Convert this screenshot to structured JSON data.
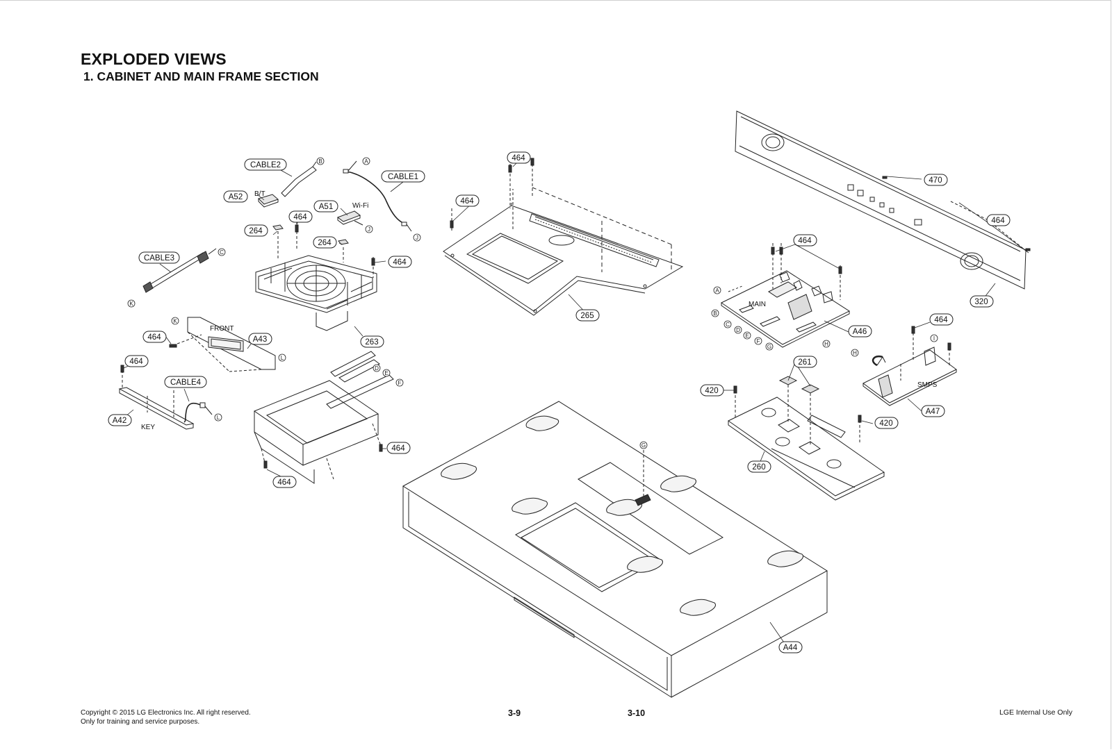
{
  "header": {
    "title": "EXPLODED VIEWS",
    "subtitle": "1. CABINET AND MAIN FRAME SECTION"
  },
  "footer": {
    "copyright": "Copyright © 2015 LG Electronics Inc. All right reserved.",
    "purpose": "Only for training and service purposes.",
    "page_left": "3-9",
    "page_right": "3-10",
    "notice": "LGE Internal Use Only"
  },
  "callouts": {
    "cable2": "CABLE2",
    "cable1": "CABLE1",
    "a52": "A52",
    "a51": "A51",
    "cable3": "CABLE3",
    "s264a": "264",
    "s264b": "264",
    "s464_drive_top": "464",
    "s464_drive_right": "464",
    "s263": "263",
    "s464_front": "464",
    "a43": "A43",
    "s464_key": "464",
    "cable4": "CABLE4",
    "a42": "A42",
    "s464_loader_right": "464",
    "s464_loader_bottom": "464",
    "s464_plate_top": "464",
    "s464_plate_left": "464",
    "s265": "265",
    "s470": "470",
    "s464_panel": "464",
    "s320": "320",
    "s464_main": "464",
    "a46": "A46",
    "s464_smps": "464",
    "a47": "A47",
    "s261": "261",
    "s420_left": "420",
    "s420_right": "420",
    "s260": "260",
    "a44": "A44"
  },
  "labels": {
    "bt": "B/T",
    "wifi": "Wi-Fi",
    "front": "FRONT",
    "key": "KEY",
    "main": "MAIN",
    "smps": "SMPS"
  },
  "connectors": {
    "a": "A",
    "b": "B",
    "c": "C",
    "d": "D",
    "e": "E",
    "f": "F",
    "g": "G",
    "h": "H",
    "i": "I",
    "j": "J",
    "k": "K",
    "l": "L"
  }
}
